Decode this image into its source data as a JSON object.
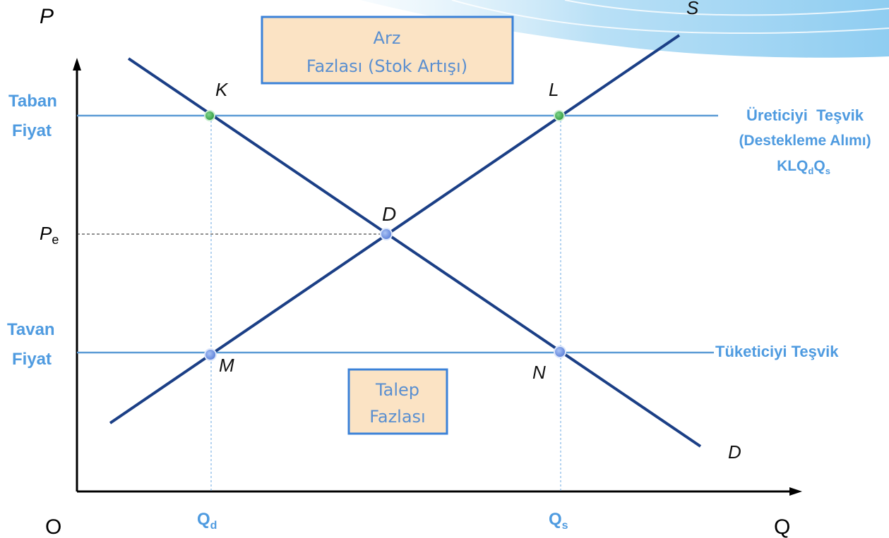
{
  "axes": {
    "y_label": "P",
    "x_label": "Q",
    "origin_label": "O"
  },
  "price_labels": {
    "taban_line1": "Taban",
    "taban_line2": "Fiyat",
    "pe_main": "P",
    "pe_sub": "e",
    "tavan_line1": "Tavan",
    "tavan_line2": "Fiyat"
  },
  "quantity_labels": {
    "qd_main": "Q",
    "qd_sub": "d",
    "qs_main": "Q",
    "qs_sub": "s"
  },
  "points": {
    "K": "K",
    "L": "L",
    "D": "D",
    "M": "M",
    "N": "N"
  },
  "curves": {
    "supply": "S",
    "demand": "D"
  },
  "boxes": {
    "arz_line1": "Arz",
    "arz_line2": "Fazlası (Stok Artışı)",
    "talep_line1": "Talep",
    "talep_line2": "Fazlası"
  },
  "right_labels": {
    "uretici_line1": "Üreticiyi  Teşvik",
    "uretici_line2": "(Destekleme Alımı)",
    "area_main1": "KLQ",
    "area_sub1": "d",
    "area_main2": "Q",
    "area_sub2": "s",
    "tuketici": "Tüketiciyi Teşvik"
  },
  "colors": {
    "curve": "#1b3f86",
    "price_line": "#5b9bd5",
    "label_blue": "#4f9be0",
    "box_fill": "#fbe3c4",
    "box_border": "#3b82d8",
    "point_blue": "#6b8fe0",
    "point_green": "#3aa84a"
  }
}
